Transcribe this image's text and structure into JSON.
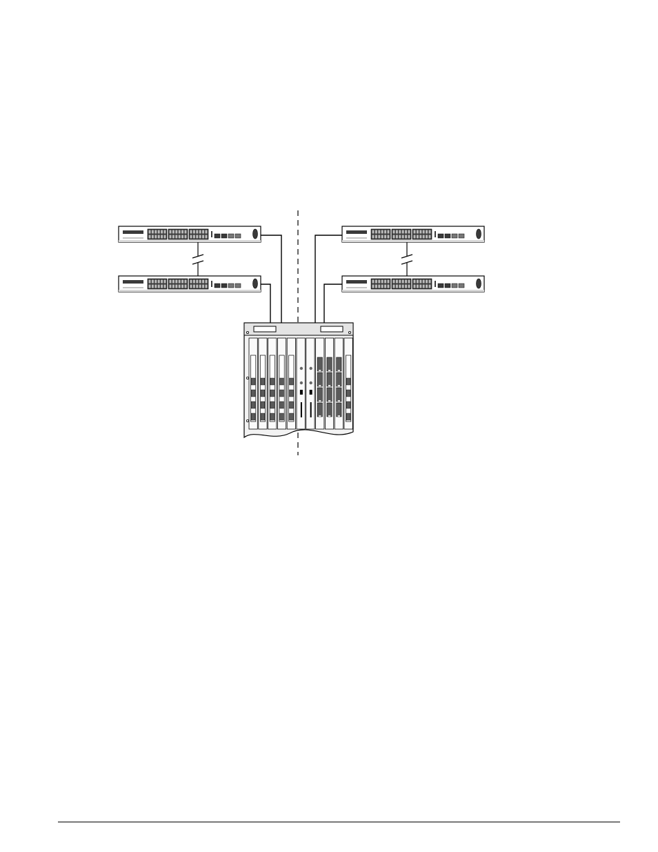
{
  "figure": {
    "colors": {
      "ink": "#000000",
      "panel": "#ececec",
      "port": "#3a3a3a",
      "module_dark": "#5a5a5a",
      "paper": "#ffffff"
    },
    "switches": [
      {
        "name": "switch-top-left",
        "port_groups": 3,
        "uplink_ports": 4
      },
      {
        "name": "switch-bottom-left",
        "port_groups": 3,
        "uplink_ports": 4
      },
      {
        "name": "switch-top-right",
        "port_groups": 3,
        "uplink_ports": 4
      },
      {
        "name": "switch-bottom-right",
        "port_groups": 3,
        "uplink_ports": 4
      }
    ],
    "chassis": {
      "line_cards": 11,
      "icons": [
        "chassis-icon",
        "line-card-icon",
        "switch-icon",
        "link-break-icon",
        "divider-line"
      ]
    }
  },
  "footer": {
    "rule": true
  }
}
